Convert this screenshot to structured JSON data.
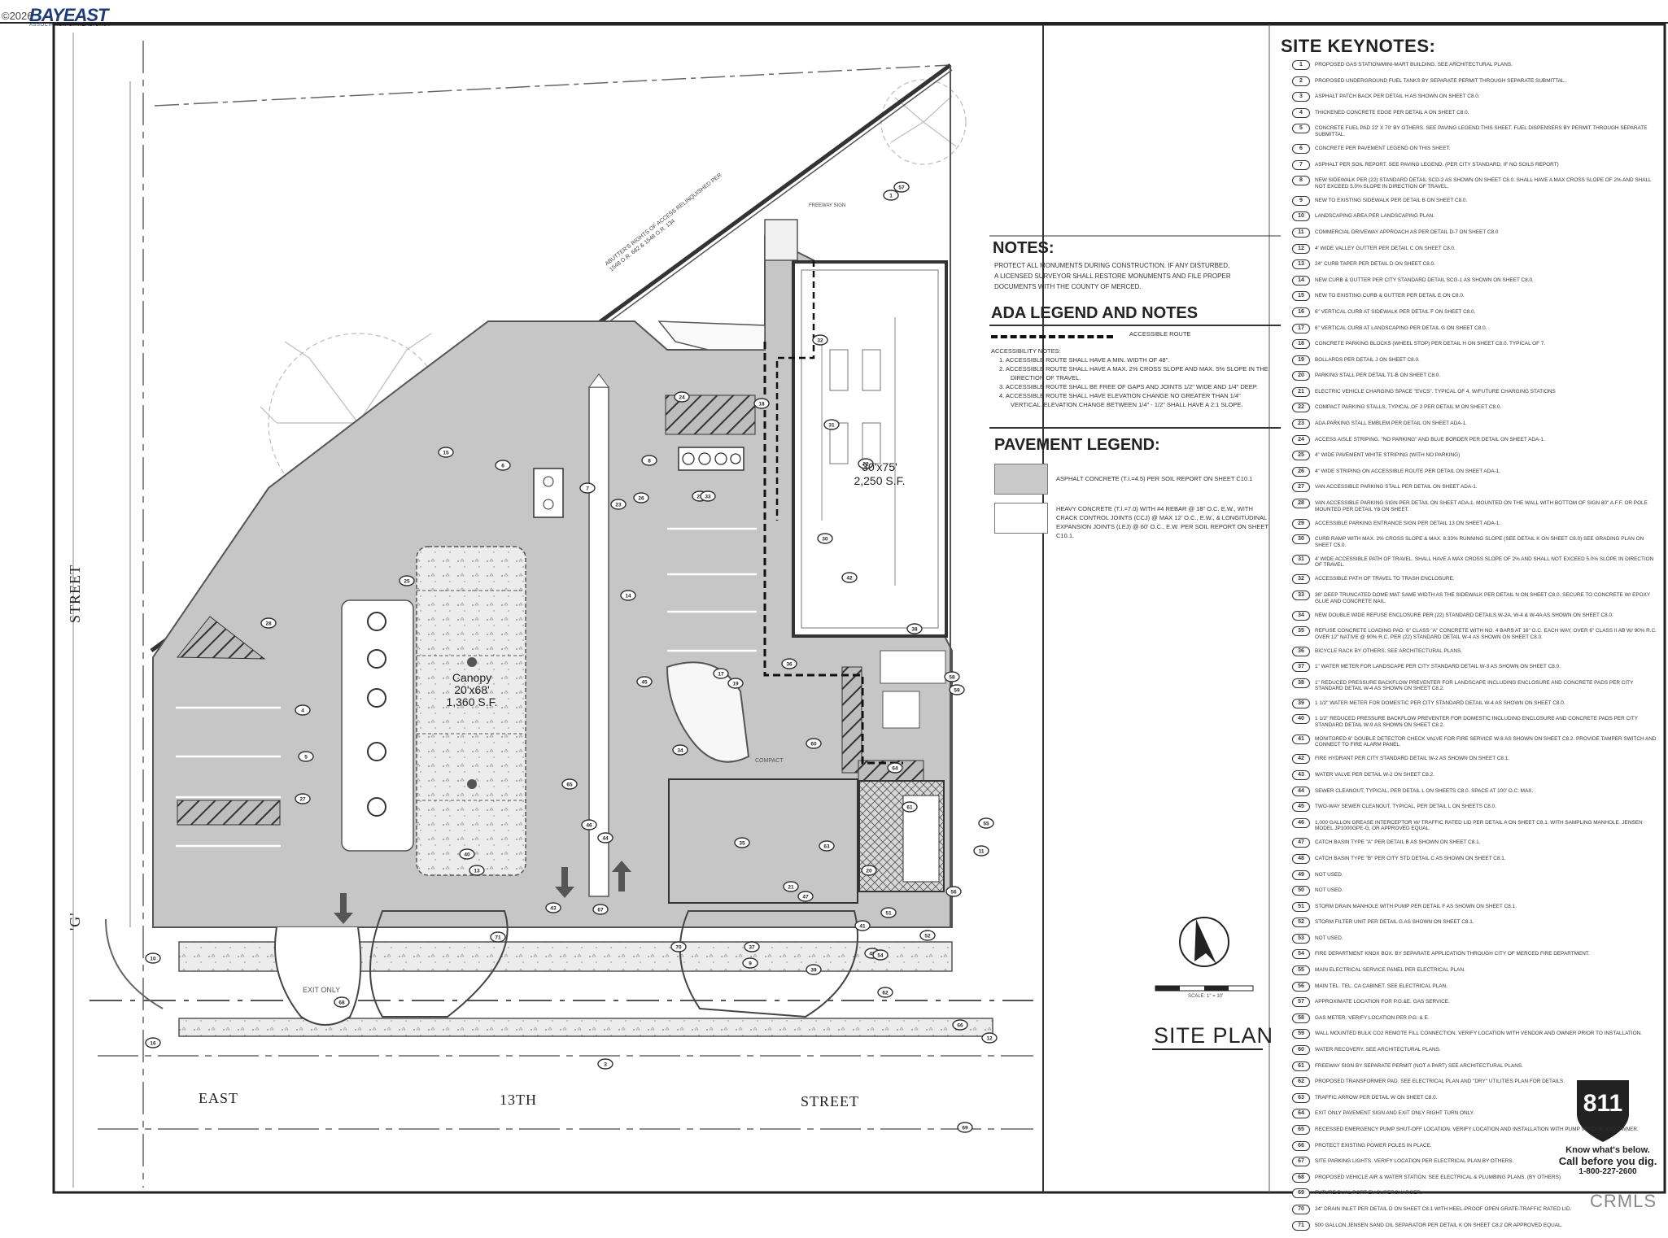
{
  "header": {
    "copyright": "©2026",
    "logo": "BAYEAST",
    "logo_sub": "ASSOCIATION OF REALTORS®"
  },
  "keynotes": {
    "title": "SITE KEYNOTES:",
    "items": [
      {
        "n": "1",
        "t": "PROPOSED GAS STATION/MINI-MART BUILDING. SEE ARCHITECTURAL PLANS."
      },
      {
        "n": "2",
        "t": "PROPOSED UNDERGROUND FUEL TANKS BY SEPARATE PERMIT THROUGH SEPARATE SUBMITTAL."
      },
      {
        "n": "3",
        "t": "ASPHALT PATCH BACK PER DETAIL H AS SHOWN ON SHEET C8.0."
      },
      {
        "n": "4",
        "t": "THICKENED CONCRETE EDGE PER DETAIL A ON SHEET C8.0."
      },
      {
        "n": "5",
        "t": "CONCRETE FUEL PAD 22' X 70' BY OTHERS. SEE PAVING LEGEND THIS SHEET. FUEL DISPENSERS BY PERMIT THROUGH SEPARATE SUBMITTAL."
      },
      {
        "n": "6",
        "t": "CONCRETE PER PAVEMENT LEGEND ON THIS SHEET."
      },
      {
        "n": "7",
        "t": "ASPHALT PER SOIL REPORT. SEE PAVING LEGEND. (PER CITY STANDARD, IF NO SOILS REPORT)"
      },
      {
        "n": "8",
        "t": "NEW SIDEWALK PER (22) STANDARD DETAIL SCD-2 AS SHOWN ON SHEET C8.0. SHALL HAVE A MAX CROSS SLOPE OF 2% AND SHALL NOT EXCEED 5.0% SLOPE IN DIRECTION OF TRAVEL."
      },
      {
        "n": "9",
        "t": "NEW TO EXISTING SIDEWALK PER DETAIL B ON SHEET C8.0."
      },
      {
        "n": "10",
        "t": "LANDSCAPING AREA PER LANDSCAPING PLAN."
      },
      {
        "n": "11",
        "t": "COMMERCIAL DRIVEWAY APPROACH AS PER DETAIL D-7 ON SHEET C8.0"
      },
      {
        "n": "12",
        "t": "4' WIDE VALLEY GUTTER PER DETAIL C ON SHEET C8.0."
      },
      {
        "n": "13",
        "t": "24\" CURB TAPER PER DETAIL D ON SHEET C8.0."
      },
      {
        "n": "14",
        "t": "NEW CURB & GUTTER PER CITY STANDARD DETAIL SCG-1 AS SHOWN ON SHEET C8.0."
      },
      {
        "n": "15",
        "t": "NEW TO EXISTING CURB & GUTTER PER DETAIL E ON C8.0."
      },
      {
        "n": "16",
        "t": "6\" VERTICAL CURB AT SIDEWALK PER DETAIL F ON SHEET C8.0."
      },
      {
        "n": "17",
        "t": "6\" VERTICAL CURB AT LANDSCAPING PER DETAIL G ON SHEET C8.0."
      },
      {
        "n": "18",
        "t": "CONCRETE PARKING BLOCKS (WHEEL STOP) PER DETAIL H ON SHEET C8.0. TYPICAL OF 7."
      },
      {
        "n": "19",
        "t": "BOLLARDS PER DETAIL J ON SHEET C8.0."
      },
      {
        "n": "20",
        "t": "PARKING STALL PER DETAIL T1-B ON SHEET C8.0."
      },
      {
        "n": "21",
        "t": "ELECTRIC VEHICLE CHARGING SPACE \"EVCS\". TYPICAL OF 4. W/FUTURE CHARGING STATIONS"
      },
      {
        "n": "22",
        "t": "COMPACT PARKING STALLS, TYPICAL OF 2 PER DETAIL M ON SHEET C8.0."
      },
      {
        "n": "23",
        "t": "ADA PARKING STALL EMBLEM PER DETAIL ON SHEET ADA-1."
      },
      {
        "n": "24",
        "t": "ACCESS AISLE STRIPING. \"NO PARKING\" AND BLUE BORDER PER DETAIL ON SHEET ADA-1."
      },
      {
        "n": "25",
        "t": "4\" WIDE PAVEMENT WHITE STRIPING (WITH NO PARKING)"
      },
      {
        "n": "26",
        "t": "4\" WIDE STRIPING ON ACCESSIBLE ROUTE PER DETAIL ON SHEET ADA-1."
      },
      {
        "n": "27",
        "t": "VAN ACCESSIBLE PARKING STALL PER DETAIL ON SHEET ADA-1."
      },
      {
        "n": "28",
        "t": "VAN ACCESSIBLE PARKING SIGN PER DETAIL ON SHEET ADA-1. MOUNTED ON THE WALL WITH BOTTOM OF SIGN 80\" A.F.F. OR POLE MOUNTED PER DETAIL Y8 ON SHEET."
      },
      {
        "n": "29",
        "t": "ACCESSIBLE PARKING ENTRANCE SIGN PER DETAIL 13 ON SHEET ADA-1."
      },
      {
        "n": "30",
        "t": "CURB RAMP WITH MAX. 2% CROSS SLOPE & MAX. 8.33% RUNNING SLOPE (SEE DETAIL K ON SHEET C8.0) SEE GRADING PLAN ON SHEET C5.0."
      },
      {
        "n": "31",
        "t": "4' WIDE ACCESSIBLE PATH OF TRAVEL. SHALL HAVE A MAX CROSS SLOPE OF 2% AND SHALL NOT EXCEED 5.0% SLOPE IN DIRECTION OF TRAVEL."
      },
      {
        "n": "32",
        "t": "ACCESSIBLE PATH OF TRAVEL TO TRASH ENCLOSURE."
      },
      {
        "n": "33",
        "t": "36\" DEEP TRUNCATED DOME MAT SAME WIDTH AS THE SIDEWALK PER DETAIL N ON SHEET C8.0. SECURE TO CONCRETE W/ EPOXY GLUE AND CONCRETE NAIL."
      },
      {
        "n": "34",
        "t": "NEW DOUBLE WIDE REFUSE ENCLOSURE PER (22) STANDARD DETAILS W-2A, W-4 & W-4A AS SHOWN ON SHEET C8.0."
      },
      {
        "n": "35",
        "t": "REFUSE CONCRETE LOADING PAD: 6\" CLASS \"A\" CONCRETE WITH NO. 4 BARS AT 16\" O.C. EACH WAY, OVER 6\" CLASS II AB W/ 90% R.C. OVER 12\" NATIVE @ 90% R.C. PER (22) STANDARD DETAIL W-4 AS SHOWN ON SHEET C8.0."
      },
      {
        "n": "36",
        "t": "BICYCLE RACK BY OTHERS. SEE ARCHITECTURAL PLANS."
      },
      {
        "n": "37",
        "t": "1\" WATER METER FOR LANDSCAPE PER CITY STANDARD DETAIL W-3 AS SHOWN ON SHEET C8.0."
      },
      {
        "n": "38",
        "t": "1\" REDUCED PRESSURE BACKFLOW PREVENTER FOR LANDSCAPE INCLUDING ENCLOSURE AND CONCRETE PADS PER CITY STANDARD DETAIL W-4 AS SHOWN ON SHEET C8.2."
      },
      {
        "n": "39",
        "t": "1 1/2\" WATER METER FOR DOMESTIC PER CITY STANDARD DETAIL W-4 AS SHOWN ON SHEET C8.0."
      },
      {
        "n": "40",
        "t": "1 1/2\" REDUCED PRESSURE BACKFLOW PREVENTER FOR DOMESTIC INCLUDING ENCLOSURE AND CONCRETE PADS PER CITY STANDARD DETAIL W-9 AS SHOWN ON SHEET C8.2."
      },
      {
        "n": "41",
        "t": "MONITORED 6\" DOUBLE DETECTOR CHECK VALVE FOR FIRE SERVICE W-8 AS SHOWN ON SHEET C8.2. PROVIDE TAMPER SWITCH AND CONNECT TO FIRE ALARM PANEL."
      },
      {
        "n": "42",
        "t": "FIRE HYDRANT PER CITY STANDARD DETAIL W-2 AS SHOWN ON SHEET C8.1."
      },
      {
        "n": "43",
        "t": "WATER VALVE PER DETAIL W-2 ON SHEET C8.2."
      },
      {
        "n": "44",
        "t": "SEWER CLEANOUT, TYPICAL, PER DETAIL L ON SHEETS C8.0. SPACE AT 100' O.C. MAX."
      },
      {
        "n": "45",
        "t": "TWO-WAY SEWER CLEANOUT, TYPICAL, PER DETAIL L ON SHEETS C8.0."
      },
      {
        "n": "46",
        "t": "1,000 GALLON GREASE INTERCEPTOR W/ TRAFFIC RATED LID PER DETAIL A ON SHEET C8.1. WITH SAMPLING MANHOLE. JENSEN MODEL JP1000GPE-G, OR APPROVED EQUAL."
      },
      {
        "n": "47",
        "t": "CATCH BASIN TYPE \"A\" PER DETAIL B AS SHOWN ON SHEET C8.1."
      },
      {
        "n": "48",
        "t": "CATCH BASIN TYPE \"B\" PER CITY STD DETAIL C AS SHOWN ON SHEET C8.1."
      },
      {
        "n": "49",
        "t": "NOT USED."
      },
      {
        "n": "50",
        "t": "NOT USED."
      },
      {
        "n": "51",
        "t": "STORM DRAIN MANHOLE WITH PUMP PER DETAIL F AS SHOWN ON SHEET C8.1."
      },
      {
        "n": "52",
        "t": "STORM FILTER UNIT PER DETAIL G AS SHOWN ON SHEET C8.1."
      },
      {
        "n": "53",
        "t": "NOT USED."
      },
      {
        "n": "54",
        "t": "FIRE DEPARTMENT KNOX BOX. BY SEPARATE APPLICATION THROUGH CITY OF MERCED FIRE DEPARTMENT."
      },
      {
        "n": "55",
        "t": "MAIN ELECTRICAL SERVICE PANEL PER ELECTRICAL PLAN."
      },
      {
        "n": "56",
        "t": "MAIN TEL. TEL. CA CABINET. SEE ELECTRICAL PLAN."
      },
      {
        "n": "57",
        "t": "APPROXIMATE LOCATION FOR P.G.&E. GAS SERVICE."
      },
      {
        "n": "58",
        "t": "GAS METER. VERIFY LOCATION PER P.G. & E."
      },
      {
        "n": "59",
        "t": "WALL MOUNTED BULK CO2 REMOTE FILL CONNECTION. VERIFY LOCATION WITH VENDOR AND OWNER PRIOR TO INSTALLATION."
      },
      {
        "n": "60",
        "t": "WATER RECOVERY. SEE ARCHITECTURAL PLANS."
      },
      {
        "n": "61",
        "t": "FREEWAY SIGN BY SEPARATE PERMIT (NOT A PART) SEE ARCHITECTURAL PLANS."
      },
      {
        "n": "62",
        "t": "PROPOSED TRANSFORMER PAD. SEE ELECTRICAL PLAN AND \"DRY\" UTILITIES PLAN FOR DETAILS."
      },
      {
        "n": "63",
        "t": "TRAFFIC ARROW PER DETAIL W ON SHEET C8.0."
      },
      {
        "n": "64",
        "t": "EXIT ONLY PAVEMENT SIGN AND EXIT ONLY RIGHT TURN ONLY."
      },
      {
        "n": "65",
        "t": "RECESSED EMERGENCY PUMP SHUT-OFF LOCATION. VERIFY LOCATION AND INSTALLATION WITH PUMP VENDOR AND OWNER."
      },
      {
        "n": "66",
        "t": "PROTECT EXISTING POWER POLES IN PLACE."
      },
      {
        "n": "67",
        "t": "SITE PARKING LIGHTS. VERIFY LOCATION PER ELECTRICAL PLAN BY OTHERS."
      },
      {
        "n": "68",
        "t": "PROPOSED VEHICLE AIR & WATER STATION. SEE ELECTRICAL & PLUMBING PLANS. (BY OTHERS)"
      },
      {
        "n": "69",
        "t": "FUTURE DUAL PORT EV SUPERCHARGER."
      },
      {
        "n": "70",
        "t": "24\" DRAIN INLET PER DETAIL D ON SHEET C8.1 WITH HEEL-PROOF OPEN GRATE-TRAFFIC RATED LID."
      },
      {
        "n": "71",
        "t": "500 GALLON JENSEN SAND OIL SEPARATOR PER DETAIL K ON SHEET C8.2 OR APPROVED EQUAL."
      }
    ]
  },
  "notes": {
    "title": "NOTES:",
    "text": "PROTECT ALL MONUMENTS DURING CONSTRUCTION. IF ANY DISTURBED, A LICENSED SURVEYOR SHALL RESTORE MONUMENTS AND FILE PROPER DOCUMENTS WITH THE COUNTY OF MERCED."
  },
  "ada": {
    "title": "ADA LEGEND AND NOTES",
    "route_label": "ACCESSIBLE ROUTE",
    "heading": "ACCESSIBILITY NOTES:",
    "items": [
      "1.  ACCESSIBLE ROUTE SHALL HAVE A MIN. WIDTH OF 48\".",
      "2.  ACCESSIBLE ROUTE SHALL HAVE A MAX. 2% CROSS SLOPE AND MAX. 5% SLOPE IN THE DIRECTION OF TRAVEL.",
      "3.  ACCESSIBLE ROUTE SHALL BE FREE OF GAPS AND JOINTS 1/2\" WIDE AND 1/4\" DEEP.",
      "4.  ACCESSIBLE ROUTE SHALL HAVE ELEVATION CHANGE NO GREATER THAN 1/4\" VERTICAL. ELEVATION CHANGE BETWEEN 1/4\" - 1/2\" SHALL HAVE A 2:1 SLOPE."
    ]
  },
  "pavement": {
    "title": "PAVEMENT LEGEND:",
    "asphalt": "ASPHALT CONCRETE (T.I.=4.5) PER SOIL REPORT ON SHEET C10.1",
    "concrete": "HEAVY CONCRETE (T.I.=7.0) WITH #4 REBAR @ 18\" O.C. E.W., WITH CRACK CONTROL JOINTS (CCJ) @ MAX 12' O.C., E.W., & LONGITUDINAL EXPANSION JOINTS (LEJ) @ 60' O.C., E.W. PER SOIL REPORT ON SHEET C10.1."
  },
  "plan": {
    "title": "SITE PLAN",
    "building": {
      "line1": "30'x75'",
      "line2": "2,250 S.F."
    },
    "canopy": {
      "line1": "Canopy",
      "line2": "20'x68'",
      "line3": "1,360 S.F."
    },
    "street_left_a": "STREET",
    "street_left_b": "'G'",
    "street_bottom": [
      "EAST",
      "13TH",
      "STREET"
    ],
    "exit_only": "EXIT ONLY",
    "compact": "COMPACT",
    "easement": "ABUTTER'S RIGHTS OF ACCESS RELINQUISHED PER 1548 O.R. 682 & 1548 O.R. 134",
    "freeway_sign": "FREEWAY SIGN",
    "scale_text": "SCALE: 1\" = 10'"
  },
  "sign811": {
    "line1": "Know what's below.",
    "line2": "Call before you dig.",
    "line3": "1-800-227-2600",
    "logo": "811"
  },
  "watermark": "CRMLS",
  "callouts": [
    "1",
    "3",
    "4",
    "5",
    "6",
    "7",
    "8",
    "9",
    "10",
    "11",
    "12",
    "13",
    "14",
    "15",
    "16",
    "17",
    "18",
    "19",
    "20",
    "21",
    "22",
    "23",
    "24",
    "25",
    "26",
    "27",
    "28",
    "29",
    "30",
    "31",
    "32",
    "33",
    "34",
    "35",
    "36",
    "37",
    "38",
    "39",
    "40",
    "41",
    "42",
    "43",
    "44",
    "45",
    "46",
    "47",
    "48",
    "51",
    "52",
    "54",
    "55",
    "56",
    "57",
    "58",
    "59",
    "60",
    "61",
    "62",
    "63",
    "64",
    "65",
    "66",
    "67",
    "68",
    "69",
    "70",
    "71"
  ]
}
